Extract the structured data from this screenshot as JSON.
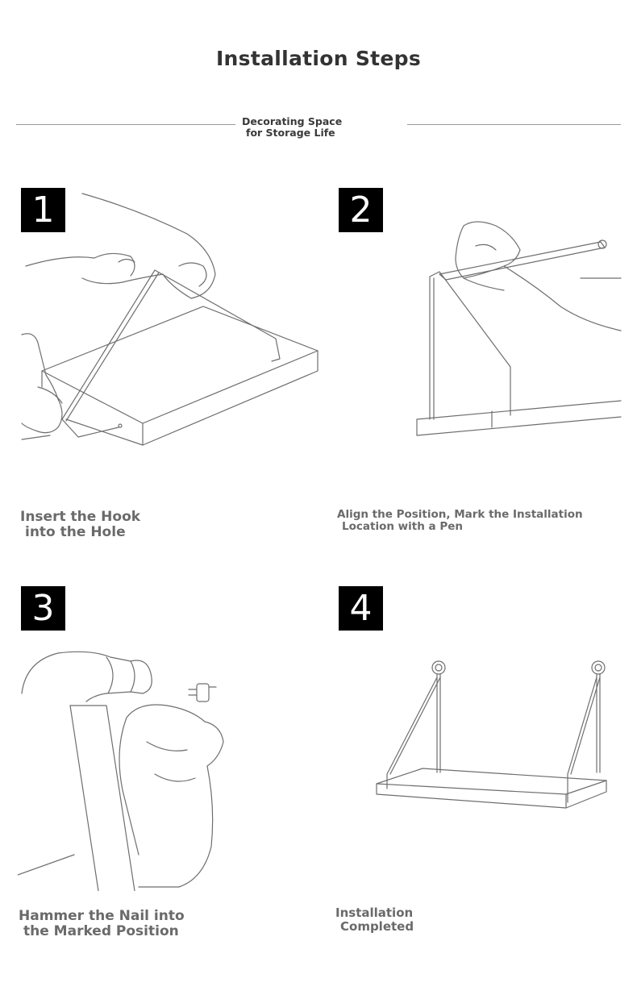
{
  "header": {
    "title": "Installation Steps",
    "subtitle_line1": "Decorating Space",
    "subtitle_line2": "for Storage Life"
  },
  "steps": [
    {
      "number": "1",
      "caption_line1": "Insert the Hook",
      "caption_line2": "into the Hole"
    },
    {
      "number": "2",
      "caption_line1": "Align the Position, Mark the Installation",
      "caption_line2": "Location with a Pen"
    },
    {
      "number": "3",
      "caption_line1": "Hammer the Nail into",
      "caption_line2": "the Marked Position"
    },
    {
      "number": "4",
      "caption_line1": "Installation",
      "caption_line2": "Completed"
    }
  ]
}
